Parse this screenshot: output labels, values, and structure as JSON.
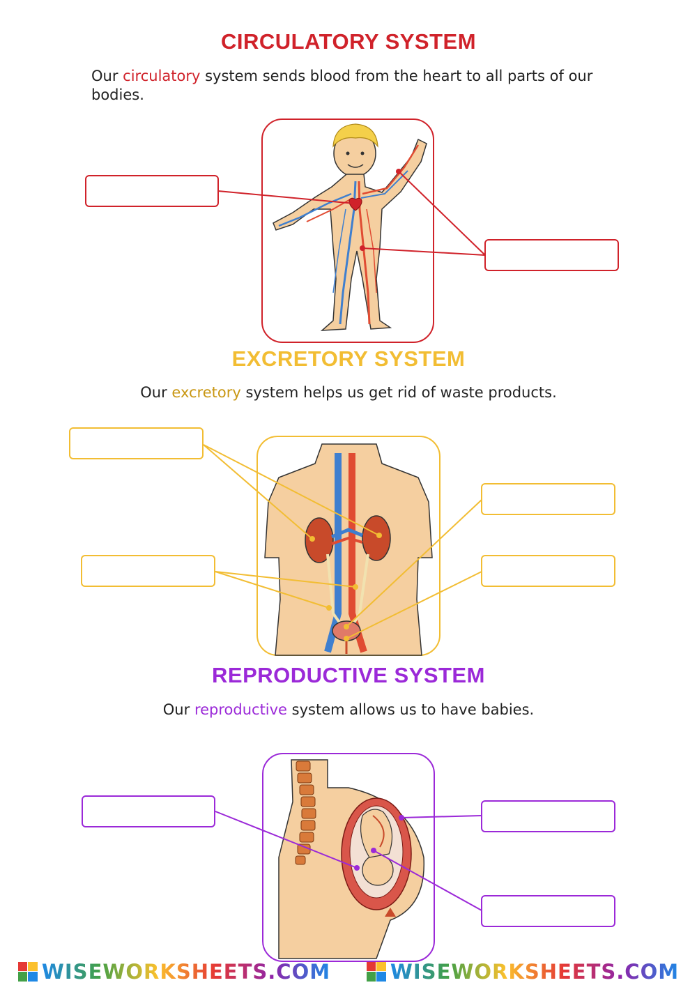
{
  "colors": {
    "circulatory": "#d0222a",
    "excretory": "#f2bd33",
    "excretory_text": "#c99713",
    "reproductive": "#9b29d8",
    "skin": "#f5cfa0",
    "artery": "#e04b32",
    "vein": "#3f7fcf"
  },
  "sections": {
    "circulatory": {
      "title": "CIRCULATORY SYSTEM",
      "intro_before": "Our ",
      "highlight": "circulatory",
      "intro_after": " system sends blood from the heart to all parts of our bodies.",
      "answer_boxes": [
        "",
        ""
      ]
    },
    "excretory": {
      "title": "EXCRETORY SYSTEM",
      "intro_before": "Our ",
      "highlight": "excretory",
      "intro_after": " system helps us get rid of waste products.",
      "answer_boxes": [
        "",
        "",
        "",
        ""
      ]
    },
    "reproductive": {
      "title": "REPRODUCTIVE SYSTEM",
      "intro_before": "Our ",
      "highlight": "reproductive",
      "intro_after": " system allows us to have babies.",
      "answer_boxes": [
        "",
        "",
        ""
      ]
    }
  },
  "footer": {
    "watermark": "WISEWORKSHEETS.COM",
    "logo_icon": "wiseworksheets-logo-icon"
  }
}
